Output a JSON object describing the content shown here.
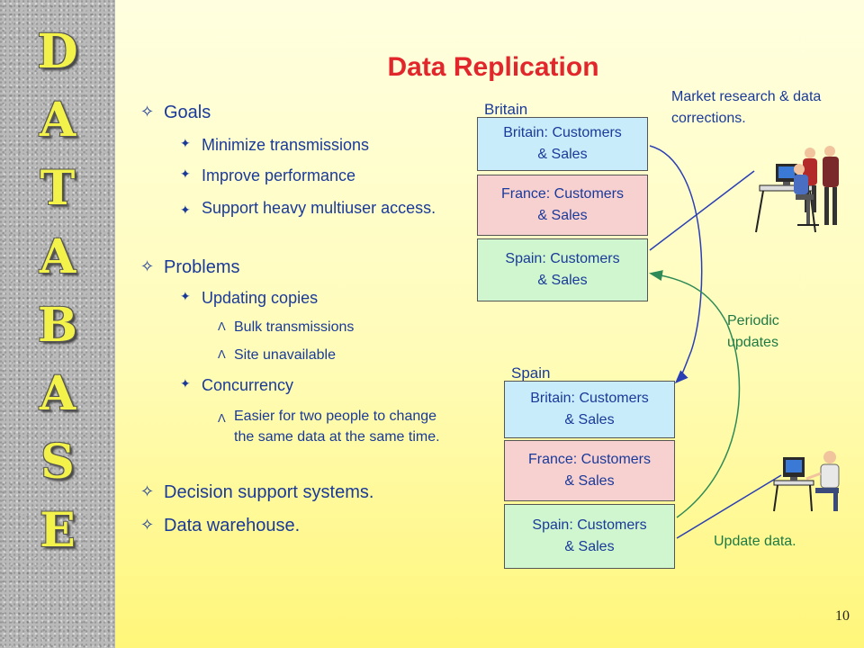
{
  "sidebar": {
    "letters": [
      "D",
      "A",
      "T",
      "A",
      "B",
      "A",
      "S",
      "E"
    ]
  },
  "title": "Data Replication",
  "outline": {
    "goals": {
      "label": "Goals",
      "items": [
        "Minimize transmissions",
        "Improve performance",
        "Support heavy multiuser access."
      ]
    },
    "problems": {
      "label": "Problems",
      "updating": {
        "label": "Updating copies",
        "items": [
          "Bulk transmissions",
          "Site unavailable"
        ]
      },
      "concurrency": {
        "label": "Concurrency",
        "items": [
          "Easier for two people to change the same data at the same time."
        ]
      }
    },
    "dss": "Decision support systems.",
    "warehouse": "Data warehouse."
  },
  "diagram": {
    "site1": {
      "label": "Britain",
      "boxes": [
        {
          "line1": "Britain:  Customers",
          "line2": "& Sales"
        },
        {
          "line1": "France: Customers",
          "line2": "& Sales"
        },
        {
          "line1": "Spain:  Customers",
          "line2": "& Sales"
        }
      ]
    },
    "site2": {
      "label": "Spain",
      "boxes": [
        {
          "line1": "Britain:  Customers",
          "line2": "& Sales"
        },
        {
          "line1": "France: Customers",
          "line2": "& Sales"
        },
        {
          "line1": "Spain:  Customers",
          "line2": "& Sales"
        }
      ]
    },
    "market_label": "Market research & data corrections.",
    "periodic_label": "Periodic updates",
    "update_label": "Update data."
  },
  "page_number": "10",
  "colors": {
    "title": "#e2272c",
    "text": "#1a3a9a",
    "green_text": "#1d7a45",
    "box_blue": "#c9ecfb",
    "box_pink": "#f7d0d0",
    "box_green": "#cff6cf",
    "sidebar_letters": "#f3f24a"
  },
  "icons": [
    "office-workers-at-computer-clipart",
    "person-at-computer-clipart"
  ]
}
